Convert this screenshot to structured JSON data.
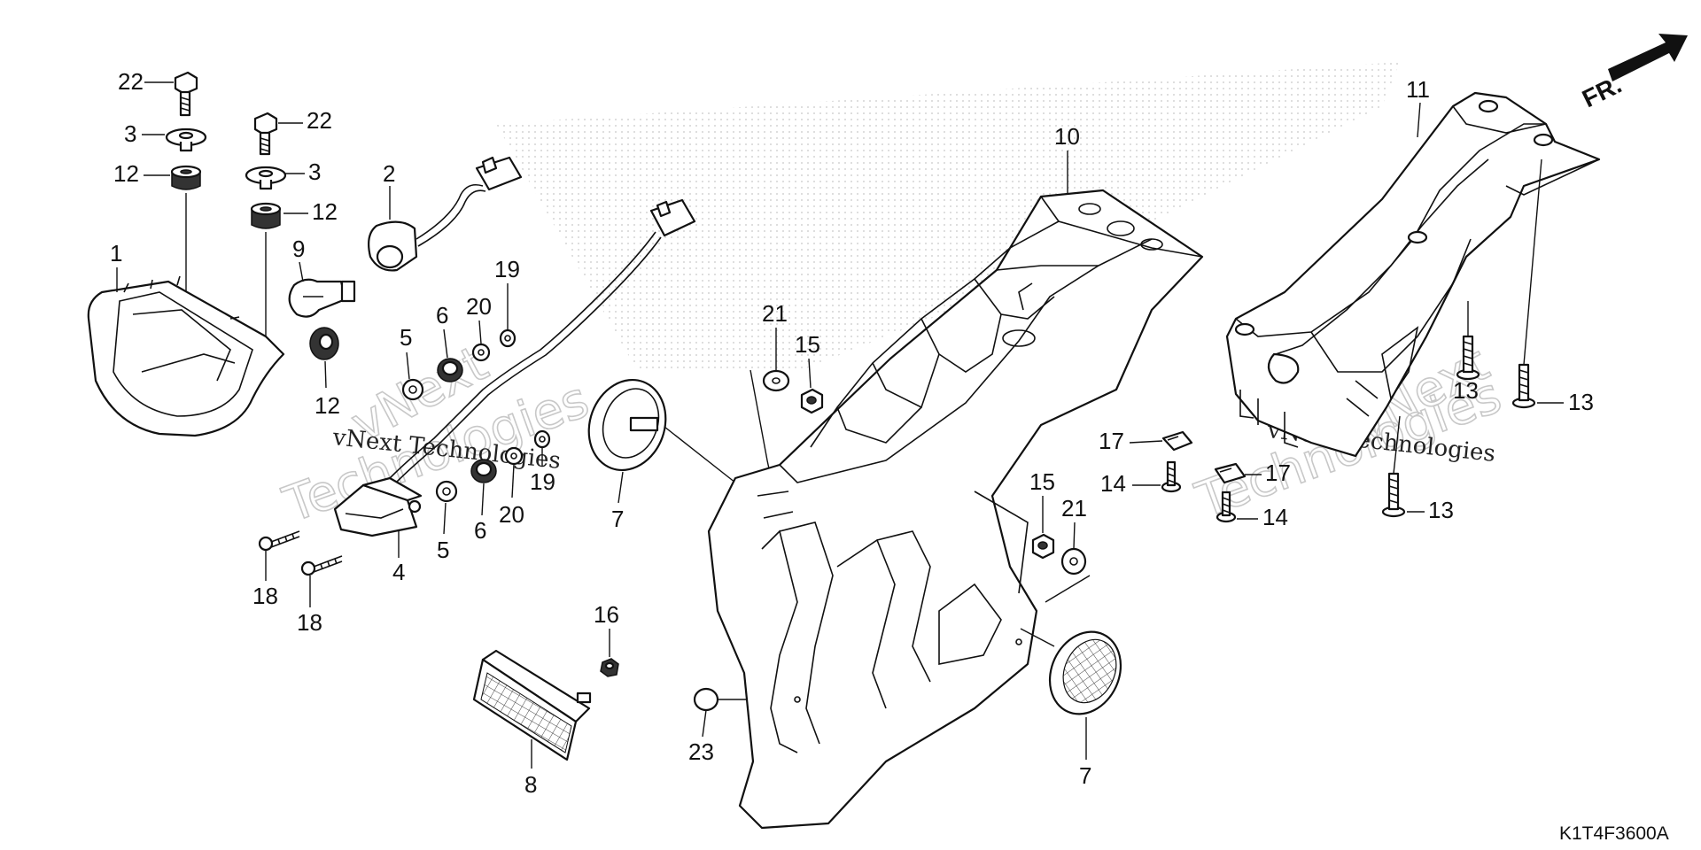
{
  "diagram": {
    "drawing_code": "K1T4F3600A",
    "direction_label": "FR.",
    "watermark": {
      "line1": "vNext",
      "line2": "Technologies",
      "small": "vNext Technologies"
    },
    "callouts": [
      {
        "id": "c1",
        "text": "1"
      },
      {
        "id": "c2",
        "text": "2"
      },
      {
        "id": "c3a",
        "text": "3"
      },
      {
        "id": "c3b",
        "text": "3"
      },
      {
        "id": "c4",
        "text": "4"
      },
      {
        "id": "c5a",
        "text": "5"
      },
      {
        "id": "c5b",
        "text": "5"
      },
      {
        "id": "c6a",
        "text": "6"
      },
      {
        "id": "c6b",
        "text": "6"
      },
      {
        "id": "c7a",
        "text": "7"
      },
      {
        "id": "c7b",
        "text": "7"
      },
      {
        "id": "c8",
        "text": "8"
      },
      {
        "id": "c9",
        "text": "9"
      },
      {
        "id": "c10",
        "text": "10"
      },
      {
        "id": "c11",
        "text": "11"
      },
      {
        "id": "c12a",
        "text": "12"
      },
      {
        "id": "c12b",
        "text": "12"
      },
      {
        "id": "c12c",
        "text": "12"
      },
      {
        "id": "c13a",
        "text": "13"
      },
      {
        "id": "c13b",
        "text": "13"
      },
      {
        "id": "c13c",
        "text": "13"
      },
      {
        "id": "c14a",
        "text": "14"
      },
      {
        "id": "c14b",
        "text": "14"
      },
      {
        "id": "c15a",
        "text": "15"
      },
      {
        "id": "c15b",
        "text": "15"
      },
      {
        "id": "c16",
        "text": "16"
      },
      {
        "id": "c17a",
        "text": "17"
      },
      {
        "id": "c17b",
        "text": "17"
      },
      {
        "id": "c18a",
        "text": "18"
      },
      {
        "id": "c18b",
        "text": "18"
      },
      {
        "id": "c19a",
        "text": "19"
      },
      {
        "id": "c19b",
        "text": "19"
      },
      {
        "id": "c20a",
        "text": "20"
      },
      {
        "id": "c20b",
        "text": "20"
      },
      {
        "id": "c21a",
        "text": "21"
      },
      {
        "id": "c21b",
        "text": "21"
      },
      {
        "id": "c22a",
        "text": "22"
      },
      {
        "id": "c22b",
        "text": "22"
      },
      {
        "id": "c23",
        "text": "23"
      }
    ]
  }
}
